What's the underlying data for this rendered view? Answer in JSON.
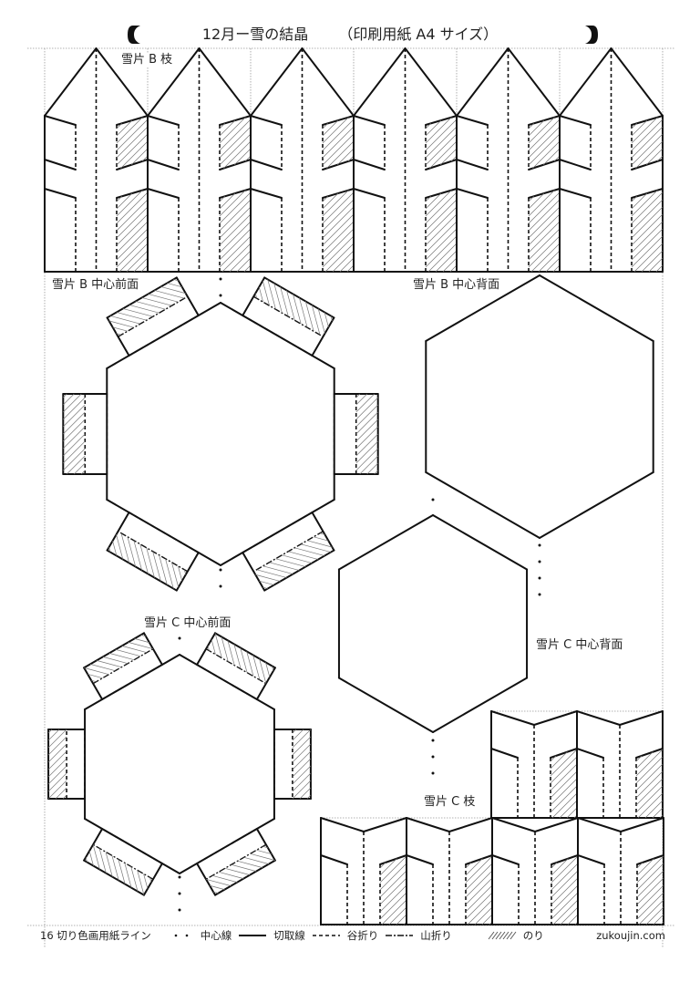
{
  "header": {
    "title": "12月ー雪の結晶",
    "subtitle": "（印刷用紙 A4 サイズ）"
  },
  "labels": {
    "b_branch": "雪片 B 枝",
    "b_center_front": "雪片 B 中心前面",
    "b_center_back": "雪片 B 中心背面",
    "c_center_front": "雪片 C 中心前面",
    "c_center_back": "雪片 C 中心背面",
    "c_branch": "雪片 C 枝"
  },
  "legend": {
    "paper_line": "16 切り色画用紙ライン",
    "center_line": "中心線",
    "cut_line": "切取線",
    "valley_fold": "谷折り",
    "mountain_fold": "山折り",
    "glue": "のり",
    "site": "zukoujin.com"
  },
  "colors": {
    "line": "#111111",
    "hatch": "#777777",
    "guide": "#999999"
  }
}
